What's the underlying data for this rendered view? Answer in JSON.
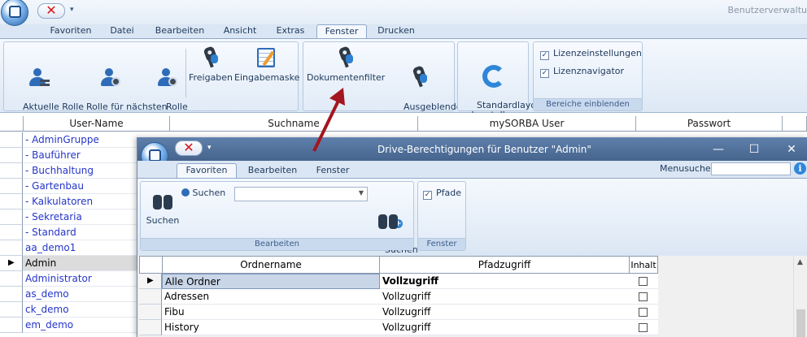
{
  "app": {
    "title": "Benutzerverwaltu"
  },
  "main": {
    "tabs": [
      {
        "label": "Favoriten"
      },
      {
        "label": "Datei"
      },
      {
        "label": "Bearbeiten"
      },
      {
        "label": "Ansicht"
      },
      {
        "label": "Extras"
      },
      {
        "label": "Fenster"
      },
      {
        "label": "Drucken"
      }
    ],
    "ribbon": {
      "btn_aktuelle_rolle": "Aktuelle Rolle\nverteilen",
      "btn_rolle_naechsten": "Rolle für nächsten\nProgrammstart",
      "btn_rolle_setzen": "Rolle\nsetzen",
      "btn_freigaben": "Freigaben",
      "btn_eingabemaske": "Eingabemaske",
      "btn_dokumentenfilter": "Dokumentenfilter",
      "btn_ausgeblendete": "Ausgeblendete\nLohnarten",
      "btn_standardlayout": "Standardlayout\nherstellen",
      "chk_lizenzeinstellungen": "Lizenzeinstellungen",
      "chk_lizenznavigator": "Lizenznavigator",
      "group_bereiche": "Bereiche einblenden"
    },
    "grid": {
      "headers": [
        "User-Name",
        "Suchname",
        "mySORBA User",
        "Passwort"
      ],
      "rows": [
        "- AdminGruppe",
        "- Bauführer",
        "- Buchhaltung",
        "- Gartenbau",
        "- Kalkulatoren",
        "- Sekretaria",
        "- Standard",
        "aa_demo1",
        "Admin",
        "Administrator",
        "as_demo",
        "ck_demo",
        "em_demo"
      ],
      "current_row": "Admin"
    }
  },
  "dialog": {
    "title": "Drive-Berechtigungen für Benutzer \"Admin\"",
    "tabs": [
      {
        "label": "Favoriten"
      },
      {
        "label": "Bearbeiten"
      },
      {
        "label": "Fenster"
      }
    ],
    "menusuche_label": "Menusuche",
    "ribbon": {
      "suchen_label": "Suchen",
      "btn_suchen": "Suchen",
      "btn_suchen_fortsetzen": "Suchen\nfortsetzen",
      "group_bearbeiten": "Bearbeiten",
      "chk_pfade": "Pfade",
      "group_fenster": "Fenster"
    },
    "table": {
      "headers": [
        "Ordnername",
        "Pfadzugriff",
        "Inhalt"
      ],
      "rows": [
        {
          "name": "Alle Ordner",
          "zugriff": "Vollzugriff"
        },
        {
          "name": "Adressen",
          "zugriff": "Vollzugriff"
        },
        {
          "name": "Fibu",
          "zugriff": "Vollzugriff"
        },
        {
          "name": "History",
          "zugriff": "Vollzugriff"
        }
      ]
    }
  },
  "colors": {
    "accent": "#1e395b",
    "link": "#2535c8",
    "annotation_arrow": "#a3161f",
    "title_bar": "#4f6f99"
  }
}
